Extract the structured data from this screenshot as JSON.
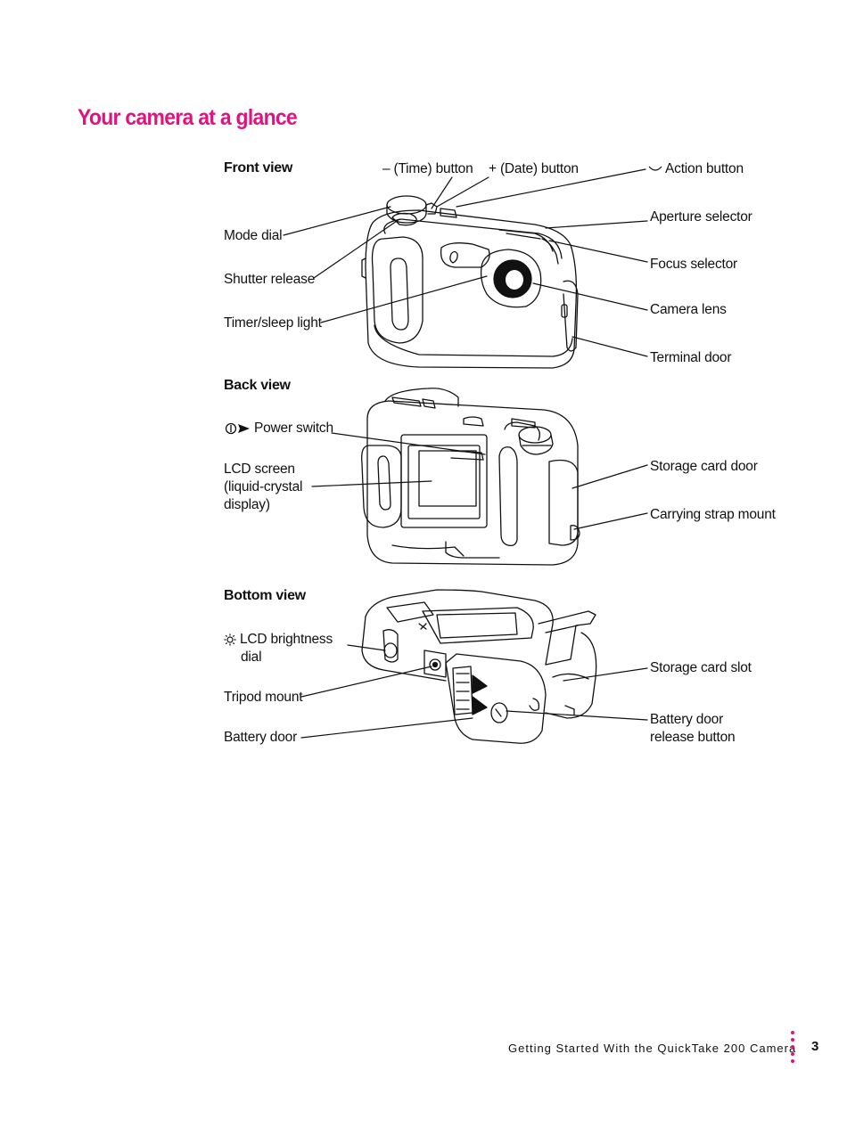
{
  "page": {
    "title": "Your camera at a glance",
    "footer_text": "Getting Started With the QuickTake 200 Camera",
    "page_number": "3",
    "accent_color": "#e0147f"
  },
  "front_view": {
    "heading": "Front view",
    "labels": {
      "time_button": "– (Time) button",
      "date_button": "+ (Date) button",
      "action_button": "Action button",
      "mode_dial": "Mode dial",
      "shutter_release": "Shutter release",
      "timer_light": "Timer/sleep light",
      "aperture_selector": "Aperture selector",
      "focus_selector": "Focus selector",
      "camera_lens": "Camera lens",
      "terminal_door": "Terminal door"
    },
    "icons": {
      "action": "action-smile-icon"
    }
  },
  "back_view": {
    "heading": "Back view",
    "labels": {
      "power_switch": "Power switch",
      "lcd_screen_1": "LCD screen",
      "lcd_screen_2": "(liquid-crystal",
      "lcd_screen_3": "display)",
      "storage_card_door": "Storage card door",
      "strap_mount": "Carrying strap mount"
    },
    "icons": {
      "power": "power-switch-icon"
    }
  },
  "bottom_view": {
    "heading": "Bottom view",
    "labels": {
      "lcd_brightness_1": "LCD brightness",
      "lcd_brightness_2": "dial",
      "tripod_mount": "Tripod mount",
      "battery_door": "Battery door",
      "storage_card_slot": "Storage card slot",
      "battery_release_1": "Battery door",
      "battery_release_2": "release button"
    },
    "icons": {
      "brightness": "sun-brightness-icon"
    }
  }
}
